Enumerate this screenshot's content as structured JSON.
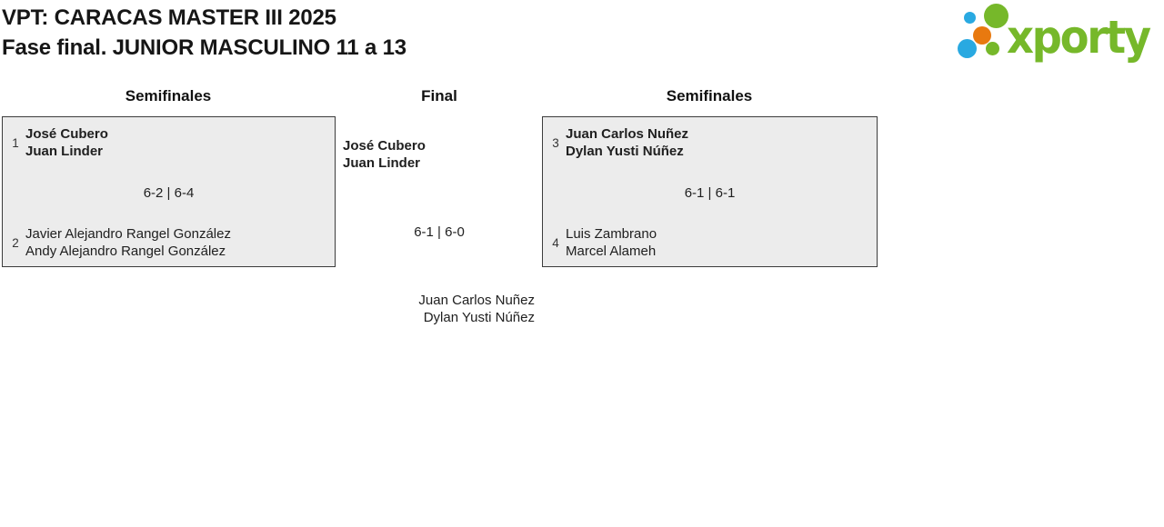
{
  "page": {
    "title_line1": "VPT: CARACAS MASTER III 2025",
    "title_line2": "Fase final. JUNIOR MASCULINO 11 a 13"
  },
  "logo": {
    "text": "xporty",
    "green": "#76b82a",
    "blue": "#29a9e1",
    "orange": "#e8790f"
  },
  "colors": {
    "box_bg": "#ececec",
    "box_border": "#3c3c3c",
    "text": "#1d1d1d"
  },
  "rounds": {
    "left": "Semifinales",
    "center": "Final",
    "right": "Semifinales"
  },
  "matches": {
    "sf_left": {
      "seed1": "1",
      "t1p1": "José Cubero",
      "t1p2": "Juan Linder",
      "score": "6-2 | 6-4",
      "seed2": "2",
      "t2p1": "Javier Alejandro Rangel González",
      "t2p2": "Andy Alejandro Rangel González"
    },
    "final": {
      "t1p1": "José Cubero",
      "t1p2": "Juan Linder",
      "score": "6-1 | 6-0",
      "t2p1": "Juan Carlos Nuñez",
      "t2p2": "Dylan Yusti Núñez"
    },
    "sf_right": {
      "seed1": "3",
      "t1p1": "Juan Carlos Nuñez",
      "t1p2": "Dylan Yusti Núñez",
      "score": "6-1 | 6-1",
      "seed2": "4",
      "t2p1": "Luis Zambrano",
      "t2p2": "Marcel Alameh"
    }
  }
}
